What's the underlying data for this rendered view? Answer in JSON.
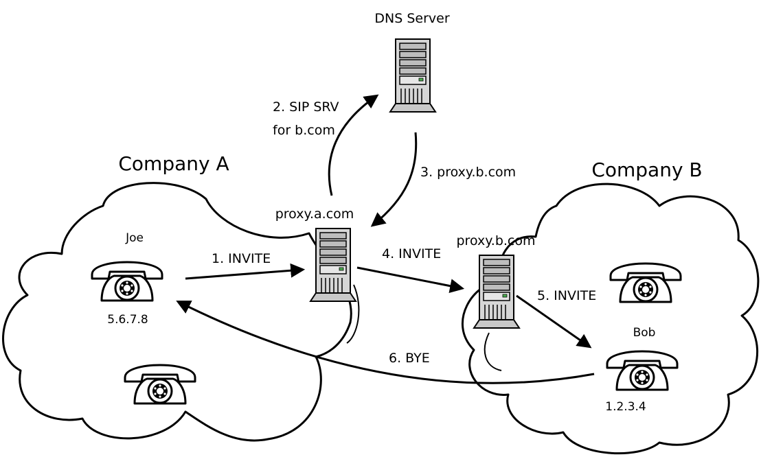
{
  "title_dns": "DNS Server",
  "company_a": "Company A",
  "company_b": "Company B",
  "proxy_a": "proxy.a.com",
  "proxy_b": "proxy.b.com",
  "joe": {
    "name": "Joe",
    "ip": "5.6.7.8"
  },
  "bob": {
    "name": "Bob",
    "ip": "1.2.3.4"
  },
  "steps": {
    "s1": "1. INVITE",
    "s2_line1": "2. SIP SRV",
    "s2_line2": "for b.com",
    "s3": "3. proxy.b.com",
    "s4": "4. INVITE",
    "s5": "5. INVITE",
    "s6": "6. BYE"
  },
  "colors": {
    "stroke": "#000000",
    "server_fill": "#d0d0d0",
    "background": "#ffffff"
  },
  "icons": [
    "server-icon",
    "telephone-icon"
  ]
}
